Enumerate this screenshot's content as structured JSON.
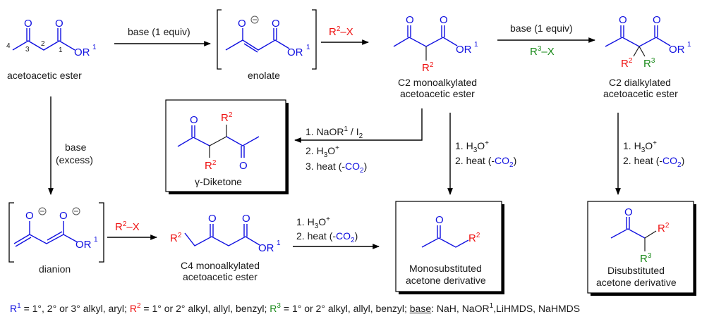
{
  "colors": {
    "blue": "#1010e0",
    "red": "#ee1111",
    "green": "#1a8a1a"
  },
  "compounds": {
    "acetoacetic_ester": {
      "name": "acetoacetic ester",
      "carbon_numbers": [
        "4",
        "3",
        "2",
        "1"
      ],
      "atoms": [
        "O",
        "O",
        "OR",
        "1"
      ]
    },
    "enolate": {
      "name": "enolate"
    },
    "c2_mono": {
      "name_line1": "C2 monoalkylated",
      "name_line2": "acetoacetic ester"
    },
    "c2_di": {
      "name_line1": "C2 dialkylated",
      "name_line2": "acetoacetic ester"
    },
    "gamma_diketone": {
      "name": "γ-Diketone"
    },
    "dianion": {
      "name": "dianion"
    },
    "c4_mono": {
      "name_line1": "C4 monoalkylated",
      "name_line2": "acetoacetic ester"
    },
    "mono_acetone": {
      "name_line1": "Monosubstituted",
      "name_line2": "acetone derivative"
    },
    "di_acetone": {
      "name_line1": "Disubstituted",
      "name_line2": "acetone derivative"
    }
  },
  "labels": {
    "O": "O",
    "OR": "OR",
    "sup1": "1",
    "R": "R",
    "sup2": "2",
    "sup3": "3",
    "X": "X",
    "dash": "–"
  },
  "conditions": {
    "base_1equiv": "base (1 equiv)",
    "base": "base",
    "excess": "(excess)",
    "step1_naor": "1. NaOR",
    "step1_i2": " / I",
    "step1_i2_sub": "2",
    "h3o_prefix1": "1. H",
    "h3o_prefix2": "2. H",
    "h3o_sub": "3",
    "h3o_O": "O",
    "h3o_plus": "+",
    "heat_prefix2": "2. heat (-",
    "heat_prefix3": "3. heat (-",
    "co": "CO",
    "co_sub": "2",
    "close_paren": ")"
  },
  "footer": {
    "r1": "R",
    "r1_sup": "1",
    "r1_def": " = 1°, 2° or 3° alkyl, aryl; ",
    "r2": "R",
    "r2_sup": "2",
    "r2_def": " = 1° or 2° alkyl, allyl, benzyl; ",
    "r3": "R",
    "r3_sup": "3",
    "r3_def": " = 1° or 2° alkyl, allyl, benzyl; ",
    "base_label": "base",
    "base_def": ": NaH, NaOR",
    "base_sup": "1",
    "base_def2": ",LiHMDS, NaHMDS"
  }
}
